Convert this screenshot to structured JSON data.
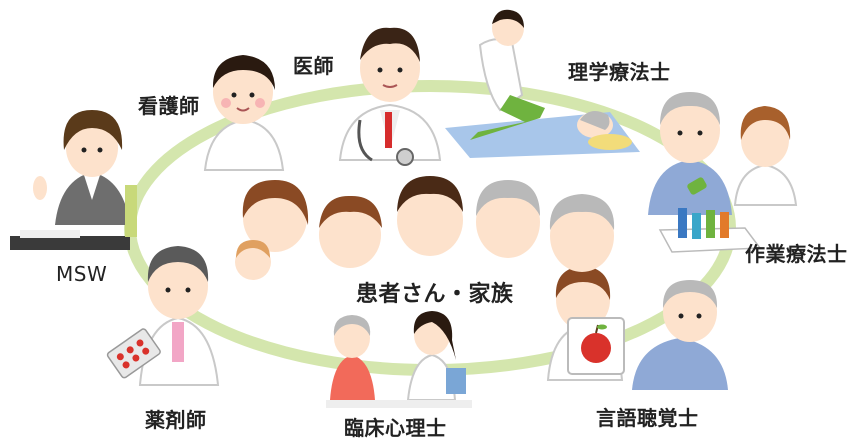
{
  "center": {
    "label": "患者さん・家族"
  },
  "roles": {
    "doctor": "医師",
    "nurse": "看護師",
    "pt": "理学療法士",
    "ot": "作業療法士",
    "st": "言語聴覚士",
    "psychologist": "臨床心理士",
    "pharmacist": "薬剤師",
    "msw": "MSW"
  },
  "colors": {
    "ring": "#d4e6ad",
    "skin": "#fde2cc",
    "hair_dark": "#3a2416",
    "hair_brown": "#8a4a24",
    "hair_gray": "#b9b9b9",
    "scrub_white": "#ffffff",
    "pants_green": "#6fb33f",
    "mat_blue": "#a8c6ea",
    "suit_gray": "#6e6e6e",
    "apple_red": "#d9322b",
    "blue_shirt": "#8fa9d6"
  }
}
